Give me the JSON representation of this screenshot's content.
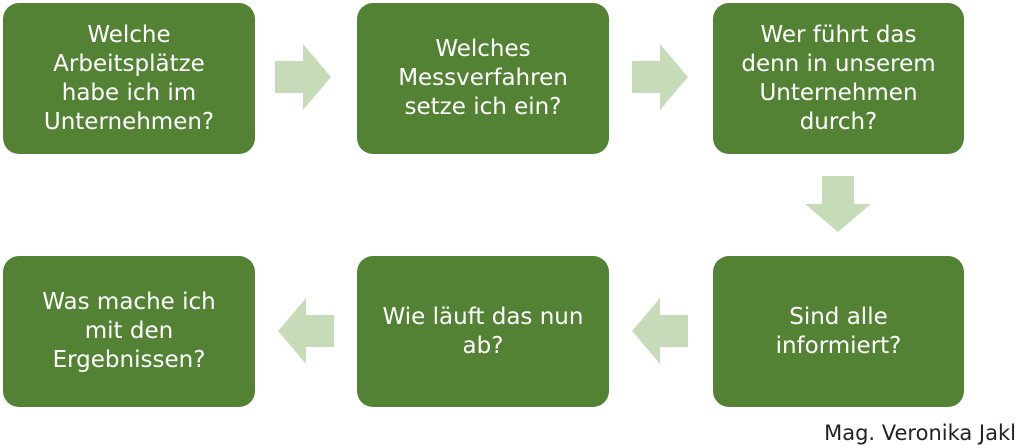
{
  "diagram": {
    "steps": [
      {
        "label": "Welche\nArbeitsplätze\nhabe ich im\nUnternehmen?"
      },
      {
        "label": "Welches\nMessverfahren\nsetze ich ein?"
      },
      {
        "label": "Wer führt das\ndenn in unserem\nUnternehmen\ndurch?"
      },
      {
        "label": "Sind alle\ninformiert?"
      },
      {
        "label": "Wie läuft das nun\nab?"
      },
      {
        "label": "Was mache ich\nmit den\nErgebnissen?"
      }
    ],
    "colors": {
      "box": "#548235",
      "box_text": "#ffffff",
      "arrow": "#c6dcb8"
    }
  },
  "credit": "Mag. Veronika Jakl"
}
